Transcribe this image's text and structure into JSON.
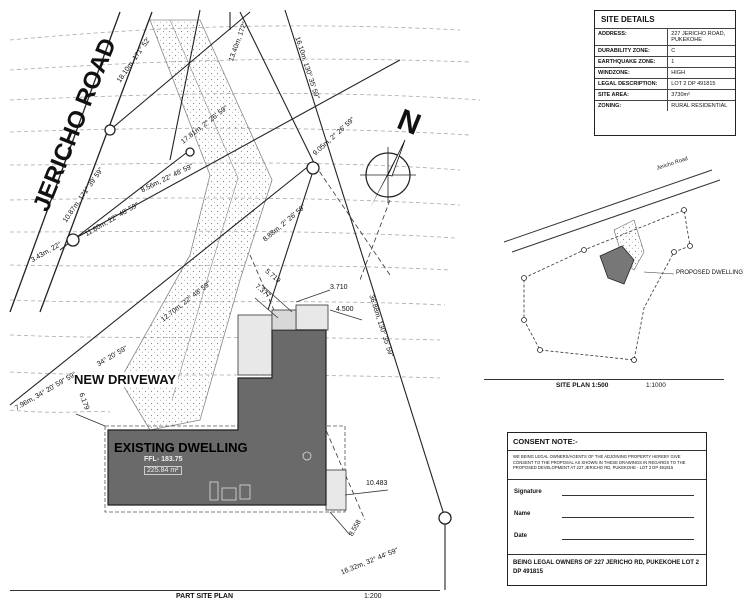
{
  "plan": {
    "road_name": "JERICHO ROAD",
    "north": "N",
    "new_driveway": "NEW DRIVEWAY",
    "existing_dwelling": "EXISTING DWELLING",
    "ffl": "FFL- 183.75",
    "area": "225.84 m²",
    "title": "PART SITE PLAN",
    "scale": "1:200",
    "bearings": {
      "b1": "18.10m, 171° 52'",
      "b2": "13.40m, 172°",
      "b3": "16.10m, 130° 35' 59\"",
      "b4": "17.81m, 2° 26' 59\"",
      "b5": "10.87m, 171° 39' 59\"",
      "b6": "11.60m, 22° 48' 59\"",
      "b7": "8.56m, 22° 48' 59\"",
      "b8": "9.05m, 2° 26' 59\"",
      "b9": "8.88m, 2° 26' 59\"",
      "b10": "12.70m, 22° 48' 59\"",
      "b11": "3.43m, 22°",
      "b12": "34° 20' 59\"",
      "b13": "7.96m, 34° 20' 59\" 59\"",
      "b14": "36.88m, 130° 35' 59\"",
      "b15": "16.32m, 32° 44' 59\""
    },
    "dims": {
      "d1": "5.719",
      "d2": "7.377",
      "d3": "3.710",
      "d4": "4.500",
      "d5": "6.179",
      "d6": "10.483",
      "d7": "8.558"
    }
  },
  "site_details": {
    "title": "SITE DETAILS",
    "rows": [
      {
        "k": "ADDRESS:",
        "v": "227 JERICHO ROAD, PUKEKOHE"
      },
      {
        "k": "DURABILITY ZONE:",
        "v": "C"
      },
      {
        "k": "EARTHQUAKE ZONE:",
        "v": "1"
      },
      {
        "k": "WINDZONE:",
        "v": "HIGH"
      },
      {
        "k": "LEGAL DESCRIPTION:",
        "v": "LOT 2 DP 491815"
      },
      {
        "k": "SITE AREA:",
        "v": "3730m²"
      },
      {
        "k": "ZONING:",
        "v": "RURAL RESIDENTIAL"
      }
    ]
  },
  "site_plan": {
    "road_name": "Jericho Road",
    "proposed": "PROPOSED DWELLING",
    "title": "SITE PLAN 1:500",
    "scale": "1:1000"
  },
  "consent": {
    "title": "CONSENT NOTE:-",
    "text": "WE BEING LEGAL OWNERS/AGENTS OF THE ADJOINING PROPERTY HEREBY GIVE CONSENT TO THE PROPOSAL AS SHOWN IN THESE DRAWINGS IN REGARDS TO THE PROPOSED DEVELOPMENT AT 227 JERICHO RD, PUKEKOHE - LOT 2 DP 491815",
    "signature": "Signature",
    "name": "Name",
    "date": "Date",
    "footer": "BEING LEGAL OWNERS OF 227 JERICHO RD, PUKEKOHE LOT 2 DP 491815"
  }
}
